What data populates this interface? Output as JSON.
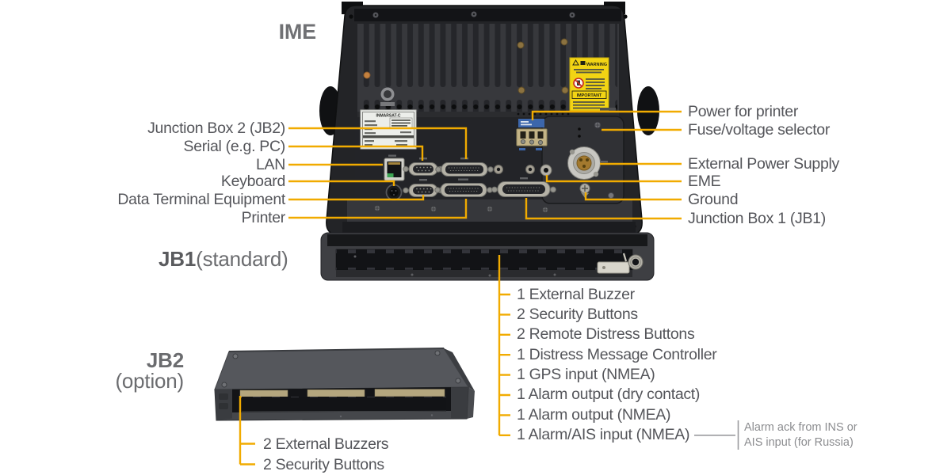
{
  "ime": {
    "label": "IME",
    "connectors_left": [
      "Junction Box 2 (JB2)",
      "Serial (e.g. PC)",
      "LAN",
      "Keyboard",
      "Data Terminal Equipment",
      "Printer"
    ],
    "connectors_right": [
      "Power for printer",
      "Fuse/voltage selector",
      "External Power Supply",
      "EME",
      "Ground",
      "Junction Box 1 (JB1)"
    ]
  },
  "jb1": {
    "name": "JB1",
    "qualifier": "(standard)",
    "features": [
      "1 External Buzzer",
      "2 Security Buttons",
      "2 Remote Distress Buttons",
      "1 Distress Message Controller",
      "1 GPS input (NMEA)",
      "1 Alarm output (dry contact)",
      "1 Alarm output (NMEA)",
      "1 Alarm/AIS input (NMEA)"
    ],
    "note": {
      "line1": "Alarm ack from INS or",
      "line2": "AIS input (for Russia)"
    }
  },
  "jb2": {
    "name": "JB2",
    "qualifier": "(option)",
    "features": [
      "2 External Buzzers",
      "2 Security Buttons"
    ]
  },
  "stickers": {
    "warning": "WARNING",
    "important": "IMPORTANT",
    "model_header": "INMARSAT-C"
  },
  "colors": {
    "leader_line": "#f1ab00",
    "label_text": "#54555a",
    "heading_text": "#6b6c6f",
    "note_text": "#8c8d90",
    "warning_sticker": "#f2d414"
  }
}
